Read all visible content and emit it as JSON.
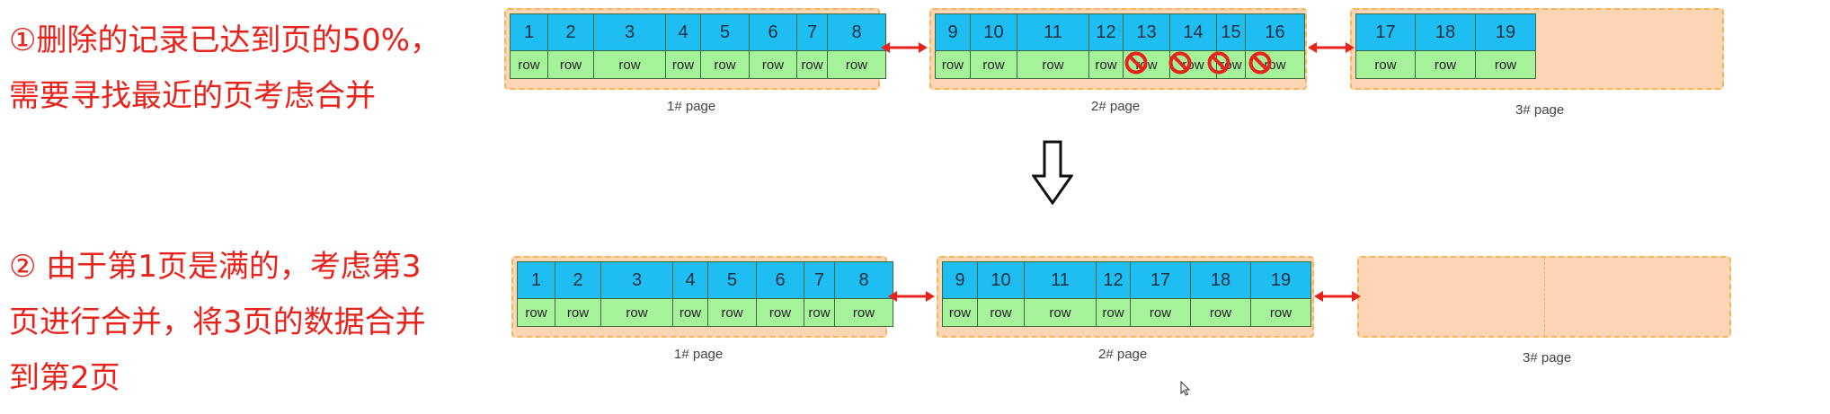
{
  "top": {
    "text_lines": [
      "①删除的记录已达到页的50%，",
      "需要寻找最近的页考虑合并"
    ],
    "pages": [
      {
        "label": "1#  page",
        "records": [
          {
            "key": "1",
            "row": "row"
          },
          {
            "key": "2",
            "row": "row"
          },
          {
            "key": "3",
            "row": "row"
          },
          {
            "key": "4",
            "row": "row"
          },
          {
            "key": "5",
            "row": "row"
          },
          {
            "key": "6",
            "row": "row"
          },
          {
            "key": "7",
            "row": "row"
          },
          {
            "key": "8",
            "row": "row"
          }
        ]
      },
      {
        "label": "2#  page",
        "records": [
          {
            "key": "9",
            "row": "row"
          },
          {
            "key": "10",
            "row": "row"
          },
          {
            "key": "11",
            "row": "row"
          },
          {
            "key": "12",
            "row": "row"
          },
          {
            "key": "13",
            "row": "row",
            "deleted": true
          },
          {
            "key": "14",
            "row": "row",
            "deleted": true
          },
          {
            "key": "15",
            "row": "row",
            "deleted": true
          },
          {
            "key": "16",
            "row": "row",
            "deleted": true
          }
        ]
      },
      {
        "label": "3#  page",
        "records": [
          {
            "key": "17",
            "row": "row"
          },
          {
            "key": "18",
            "row": "row"
          },
          {
            "key": "19",
            "row": "row"
          }
        ]
      }
    ]
  },
  "bottom": {
    "text_lines": [
      "② 由于第1页是满的，考虑第3",
      "页进行合并，将3页的数据合并",
      "到第2页"
    ],
    "pages": [
      {
        "label": "1#  page",
        "records": [
          {
            "key": "1",
            "row": "row"
          },
          {
            "key": "2",
            "row": "row"
          },
          {
            "key": "3",
            "row": "row"
          },
          {
            "key": "4",
            "row": "row"
          },
          {
            "key": "5",
            "row": "row"
          },
          {
            "key": "6",
            "row": "row"
          },
          {
            "key": "7",
            "row": "row"
          },
          {
            "key": "8",
            "row": "row"
          }
        ]
      },
      {
        "label": "2#  page",
        "records": [
          {
            "key": "9",
            "row": "row"
          },
          {
            "key": "10",
            "row": "row"
          },
          {
            "key": "11",
            "row": "row"
          },
          {
            "key": "12",
            "row": "row"
          },
          {
            "key": "17",
            "row": "row"
          },
          {
            "key": "18",
            "row": "row"
          },
          {
            "key": "19",
            "row": "row"
          }
        ]
      },
      {
        "label": "3#  page",
        "records": []
      }
    ]
  },
  "colors": {
    "key_cell": "#1ebef2",
    "row_cell": "#a6f29a",
    "page_bg": "#fcd5b4",
    "page_border": "#f5b65a",
    "text_red": "#e8231c",
    "delete_mark": "#e8231c"
  },
  "icons": {
    "delete_mark": "prohibited-icon",
    "transition": "down-arrow-icon",
    "link": "double-arrow-icon",
    "pointer": "mouse-cursor-icon"
  }
}
